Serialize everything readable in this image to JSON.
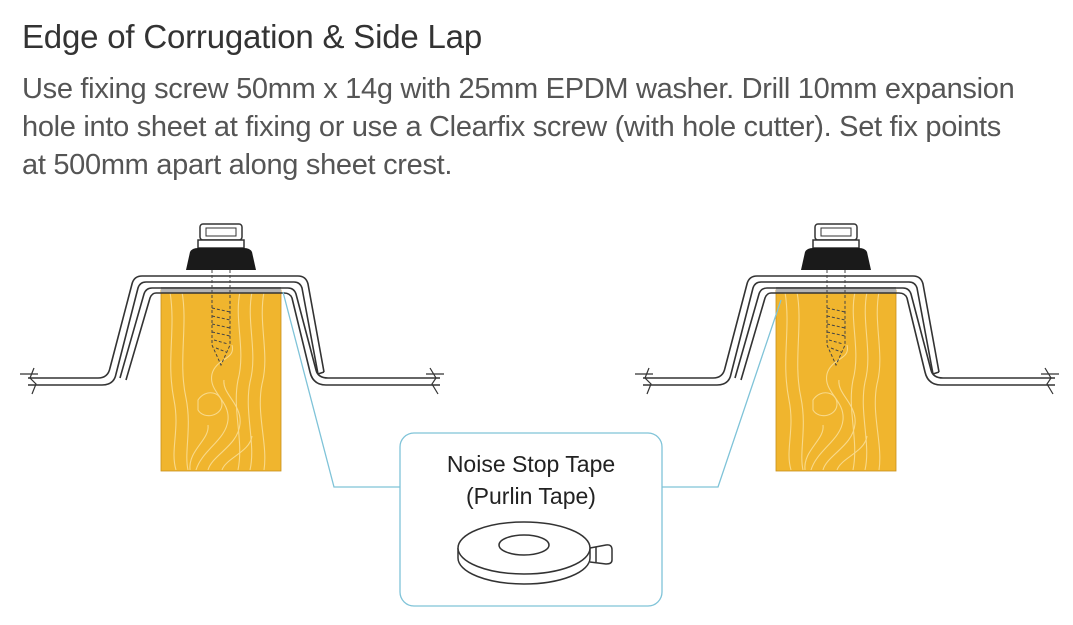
{
  "title": "Edge of Corrugation & Side Lap",
  "description": {
    "lines": [
      "Use fixing screw 50mm x 14g with 25mm EPDM washer. Drill 10mm expansion",
      "hole into sheet at fixing or use a Clearfix screw (with hole cutter). Set fix points",
      "at 500mm apart along sheet crest."
    ]
  },
  "callout": {
    "line1": "Noise Stop Tape",
    "line2": "(Purlin Tape)",
    "icon": "tape-roll-icon"
  },
  "colors": {
    "timber": "#f0b52e",
    "timber_grain": "#f8d98a",
    "sheet_outline": "#333333",
    "tape_strip": "#b4b4b4",
    "callout_line": "#7fc3d8",
    "washer": "#1a1a1a",
    "text": "#333333"
  }
}
